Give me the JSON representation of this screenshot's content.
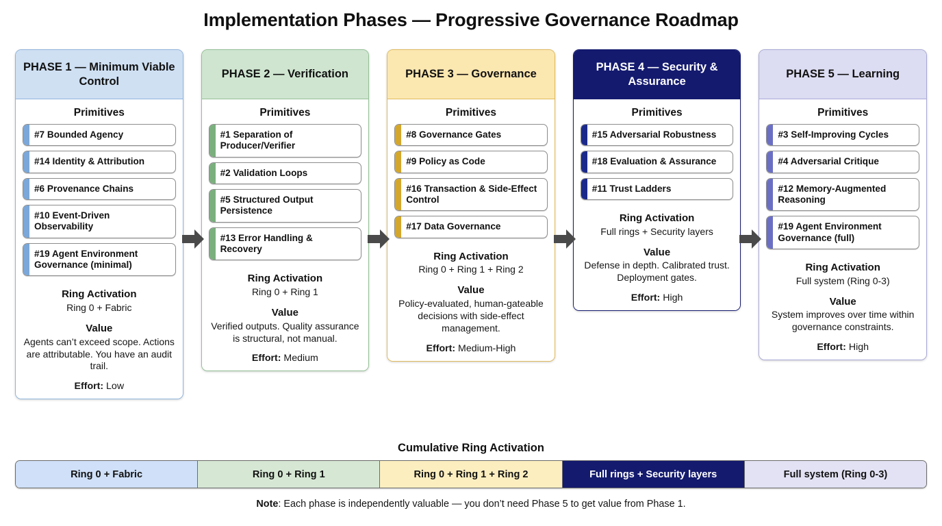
{
  "title": "Implementation Phases — Progressive Governance Roadmap",
  "section_labels": {
    "primitives": "Primitives",
    "ring_activation": "Ring Activation",
    "value": "Value",
    "effort_label": "Effort:"
  },
  "colors": {
    "phase1_header_bg": "#cfe0f3",
    "phase1_border": "#8fb4dc",
    "phase1_accent": "#7ba7d9",
    "phase2_header_bg": "#cfe5d0",
    "phase2_border": "#93bf95",
    "phase2_accent": "#7bb07e",
    "phase3_header_bg": "#fbe7b0",
    "phase3_border": "#e0bb5e",
    "phase3_accent": "#d4a72c",
    "phase4_header_bg": "#141a6e",
    "phase4_border": "#141a6e",
    "phase4_accent": "#1b2a8a",
    "phase5_header_bg": "#dcdcf2",
    "phase5_border": "#a8a8d8",
    "phase5_accent": "#6b6fc4",
    "arrow": "#4a4a4a",
    "text_dark": "#111111",
    "text_light": "#ffffff"
  },
  "phases": [
    {
      "header": "PHASE 1 — Minimum Viable Control",
      "header_text_color": "#111111",
      "header_bg": "#cfe0f3",
      "border": "#8fb4dc",
      "accent": "#7ba7d9",
      "primitives": [
        "#7 Bounded Agency",
        "#14 Identity & Attribution",
        "#6 Provenance Chains",
        "#10 Event-Driven Observability",
        "#19 Agent Environment Governance (minimal)"
      ],
      "ring_activation": "Ring 0 + Fabric",
      "value": "Agents can’t exceed scope. Actions are attributable. You have an audit trail.",
      "effort": "Low"
    },
    {
      "header": "PHASE 2 — Verification",
      "header_text_color": "#111111",
      "header_bg": "#cfe5d0",
      "border": "#93bf95",
      "accent": "#7bb07e",
      "primitives": [
        "#1 Separation of Producer/Verifier",
        "#2 Validation Loops",
        "#5 Structured Output Persistence",
        "#13 Error Handling & Recovery"
      ],
      "ring_activation": "Ring 0 + Ring 1",
      "value": "Verified outputs. Quality assurance is structural, not manual.",
      "effort": "Medium"
    },
    {
      "header": "PHASE 3 — Governance",
      "header_text_color": "#111111",
      "header_bg": "#fbe7b0",
      "border": "#e0bb5e",
      "accent": "#d4a72c",
      "primitives": [
        "#8 Governance Gates",
        "#9 Policy as Code",
        "#16 Transaction & Side-Effect Control",
        "#17 Data Governance"
      ],
      "ring_activation": "Ring 0 + Ring 1 + Ring 2",
      "value": "Policy-evaluated, human-gateable decisions with side-effect management.",
      "effort": "Medium-High"
    },
    {
      "header": "PHASE 4 — Security & Assurance",
      "header_text_color": "#ffffff",
      "header_bg": "#141a6e",
      "border": "#141a6e",
      "accent": "#1b2a8a",
      "primitives": [
        "#15 Adversarial Robustness",
        "#18 Evaluation & Assurance",
        "#11 Trust Ladders"
      ],
      "ring_activation": "Full rings + Security layers",
      "value": "Defense in depth. Calibrated trust. Deployment gates.",
      "effort": "High"
    },
    {
      "header": "PHASE 5 — Learning",
      "header_text_color": "#111111",
      "header_bg": "#dcdcf2",
      "border": "#a8a8d8",
      "accent": "#6b6fc4",
      "primitives": [
        "#3 Self-Improving Cycles",
        "#4 Adversarial Critique",
        "#12 Memory-Augmented Reasoning",
        "#19 Agent Environment Governance (full)"
      ],
      "ring_activation": "Full system (Ring 0-3)",
      "value": "System improves over time within governance constraints.",
      "effort": "High"
    }
  ],
  "cumulative": {
    "title": "Cumulative Ring Activation",
    "segments": [
      {
        "label": "Ring 0 + Fabric",
        "bg": "#cfe0f8",
        "color": "#111111"
      },
      {
        "label": "Ring 0 + Ring 1",
        "bg": "#d6e8d4",
        "color": "#111111"
      },
      {
        "label": "Ring 0 + Ring 1 + Ring 2",
        "bg": "#fdeec0",
        "color": "#111111"
      },
      {
        "label": "Full rings + Security layers",
        "bg": "#141a6e",
        "color": "#ffffff"
      },
      {
        "label": "Full system (Ring 0-3)",
        "bg": "#e2e2f4",
        "color": "#111111"
      }
    ]
  },
  "note": {
    "prefix": "Note",
    "text": ": Each phase is independently valuable — you don’t need Phase 5 to get value from Phase 1."
  }
}
